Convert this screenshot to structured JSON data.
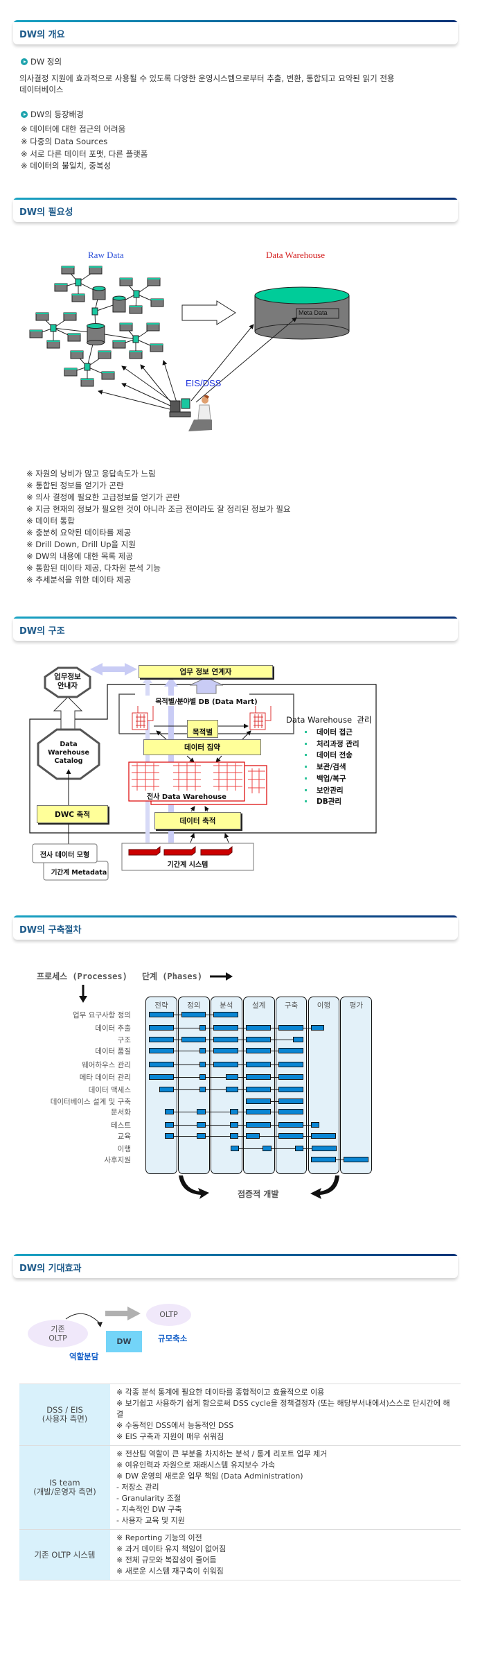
{
  "sections": {
    "overview": {
      "title": "DW의 개요"
    },
    "need": {
      "title": "DW의 필요성"
    },
    "structure": {
      "title": "DW의 구조"
    },
    "procedure": {
      "title": "DW의 구축절차"
    },
    "effects": {
      "title": "DW의 기대효과"
    }
  },
  "overview": {
    "definition_title": "DW 정의",
    "definition_lines": [
      "의사결정 지원에 효과적으로 사용될 수 있도록 다양한 운영시스템으로부터 추출, 변환, 통합되고 요약된 읽기 전용",
      "데이터베이스"
    ],
    "background_title": "DW의 등장배경",
    "background_items": [
      "※ 데이터에 대한 접근의 어려움",
      "※ 다중의 Data Sources",
      "※ 서로 다른 데이터 포맷, 다른 플랫폼",
      "※ 데이터의 불일치, 중복성"
    ]
  },
  "need": {
    "raw_data_label": "Raw Data",
    "dw_label": "Data Warehouse",
    "meta_label": "Meta Data",
    "eis_label": "EIS/DSS",
    "items": [
      "※ 자원의 낭비가 많고 응답속도가 느림",
      "※ 통합된 정보를 얻기가 곤란",
      "※ 의사 결정에 필요한 고급정보를 얻기가 곤란",
      "※ 지금 현재의 정보가 필요한 것이 아니라 조금 전이라도 잘 정리된 정보가 필요",
      "※ 데이터 통합",
      "※ 충분히 요약된 데이타를 제공",
      "※ Drill Down, Drill Up을 지원",
      "※ DW의 내용에 대한 목록 제공",
      "※ 통합된 데이타 제공, 다차원 분석 기능",
      "※ 추세분석을 위한 데이타 제공"
    ]
  },
  "structure": {
    "info_linker": "업무 정보 연계자",
    "info_guide": [
      "업무정보",
      "안내자"
    ],
    "catalog": [
      "Data",
      "Warehouse",
      "Catalog"
    ],
    "data_mart": "목적별/분야별 DB (Data Mart)",
    "purpose": "목적별",
    "aggregation": "데이터 집약",
    "enterprise_dw": "전사 Data Warehouse",
    "accumulation": "데이터 축적",
    "dwc_accumulation": "DWC 축적",
    "legacy": "기간계 시스템",
    "enterprise_model": "전사 데이터 모형",
    "legacy_metadata": "기간계 Metadata",
    "management_title": "Data Warehouse  관리",
    "management_items": [
      "데이터 접근",
      "처리과정 관리",
      "데이터 전송",
      "보관/검색",
      "백업/복구",
      "보안관리",
      "DB관리"
    ]
  },
  "procedure": {
    "processes_label": "프로세스 (Processes)",
    "phases_label": "단계 (Phases)",
    "incremental_label": "점증적 개발",
    "phases": [
      "전략",
      "정의",
      "분석",
      "설계",
      "구축",
      "이행",
      "평가"
    ],
    "processes": [
      {
        "name": "업무 요구사항 정의",
        "bars": [
          [
            0.1,
            0.87
          ],
          [
            1.1,
            1.86
          ],
          [
            2.1,
            2.86
          ]
        ]
      },
      {
        "name": "데이터 추출",
        "bars": [
          [
            0.1,
            0.87
          ],
          [
            1.66,
            1.86
          ],
          [
            2.1,
            2.86
          ],
          [
            3.1,
            3.86
          ],
          [
            4.1,
            4.86
          ],
          [
            5.1,
            5.5
          ]
        ]
      },
      {
        "name": "구조",
        "bars": [
          [
            0.1,
            0.87
          ],
          [
            1.1,
            1.86
          ],
          [
            2.1,
            2.86
          ],
          [
            3.1,
            3.86
          ],
          [
            4.55,
            4.86
          ]
        ]
      },
      {
        "name": "데이터 품질",
        "bars": [
          [
            0.1,
            0.87
          ],
          [
            1.66,
            1.86
          ],
          [
            2.1,
            2.86
          ],
          [
            3.1,
            3.86
          ],
          [
            4.1,
            4.86
          ]
        ]
      },
      {
        "name": "웨어하우스 관리",
        "bars": [
          [
            0.1,
            0.87
          ],
          [
            1.66,
            1.86
          ],
          [
            2.1,
            2.86
          ],
          [
            3.1,
            3.86
          ],
          [
            4.1,
            4.86
          ]
        ]
      },
      {
        "name": "메타 데이터 관리",
        "bars": [
          [
            0.1,
            0.87
          ],
          [
            1.66,
            1.86
          ],
          [
            2.47,
            2.86
          ],
          [
            3.1,
            3.86
          ],
          [
            4.1,
            4.86
          ]
        ]
      },
      {
        "name": "데이터 액세스",
        "bars": [
          [
            0.42,
            0.87
          ],
          [
            1.66,
            1.86
          ],
          [
            2.47,
            2.86
          ],
          [
            3.1,
            3.86
          ],
          [
            4.1,
            4.86
          ]
        ]
      },
      {
        "name": "데이터베이스 설계 및 구축",
        "bars": [
          [
            3.1,
            3.86
          ],
          [
            4.1,
            4.86
          ]
        ]
      },
      {
        "name": "문서화",
        "bars": [
          [
            0.6,
            0.87
          ],
          [
            1.58,
            1.86
          ],
          [
            2.6,
            2.86
          ],
          [
            3.1,
            3.86
          ],
          [
            4.1,
            4.86
          ]
        ]
      },
      {
        "name": "테스트",
        "bars": [
          [
            0.6,
            0.87
          ],
          [
            1.58,
            1.86
          ],
          [
            2.6,
            2.86
          ],
          [
            3.1,
            3.86
          ],
          [
            4.1,
            4.86
          ],
          [
            5.1,
            5.36
          ]
        ]
      },
      {
        "name": "교육",
        "bars": [
          [
            0.6,
            0.87
          ],
          [
            1.58,
            1.86
          ],
          [
            2.6,
            2.86
          ],
          [
            3.1,
            3.52
          ],
          [
            4.1,
            4.86
          ],
          [
            5.1,
            5.86
          ]
        ]
      },
      {
        "name": "이행",
        "bars": [
          [
            2.62,
            2.88
          ],
          [
            3.6,
            3.88
          ],
          [
            4.6,
            4.86
          ],
          [
            5.12,
            5.88
          ]
        ]
      },
      {
        "name": "사후지원",
        "bars": [
          [
            5.1,
            5.86
          ],
          [
            6.1,
            6.86
          ]
        ]
      }
    ]
  },
  "effects": {
    "legacy_oltp": [
      "기존",
      "OLTP"
    ],
    "oltp": "OLTP",
    "dw": "DW",
    "role_split": "역할분담",
    "downsize": "규모축소",
    "table": [
      {
        "header": [
          "DSS / EIS",
          "(사용자 측면)"
        ],
        "lines": [
          "※ 각종 분석 통계에 필요한 데이타를 종합적이고 효율적으로 이용",
          "※ 보기쉽고 사용하기 쉽게 함으로써 DSS cycle을 정책결정자 (또는 해당부서내에서)스스로 단시간에 해결",
          "※ 수동적인 DSS에서 능동적인 DSS",
          "※ EIS 구축과 지원이 매우 쉬워짐"
        ]
      },
      {
        "header": [
          "IS team",
          "(개발/운영자 측면)"
        ],
        "lines": [
          "※ 전산팀 역할이 큰 부분을 차지하는 분석 / 통계 리포트 업무 제거",
          "※ 여유인력과 자원으로 재래시스템 유지보수 가속",
          "※ DW 운영의 새로운 업무 책임 (Data Administration)",
          "- 저장소 관리",
          "- Granularity 조절",
          "- 지속적인 DW 구축",
          "- 사용자 교육 및 지원"
        ]
      },
      {
        "header": [
          "기존 OLTP 시스템"
        ],
        "lines": [
          "※ Reporting 기능의 이전",
          "※ 과거 데이타 유지 책임이 없어짐",
          "※ 전체 규모와 복잡성이 줄어듬",
          "※ 새로운 시스템 재구축이 쉬워짐"
        ]
      }
    ]
  },
  "colors": {
    "header_title": "#1d5a8a",
    "bar": "#0a86d4",
    "phase_bg": "#e3f1f9",
    "box_yellow": "#ffff99",
    "table_header": "#d9f1fb",
    "dw_box": "#73d4f8",
    "raw_data": "#2b4fd8",
    "data_warehouse": "#d42020"
  }
}
